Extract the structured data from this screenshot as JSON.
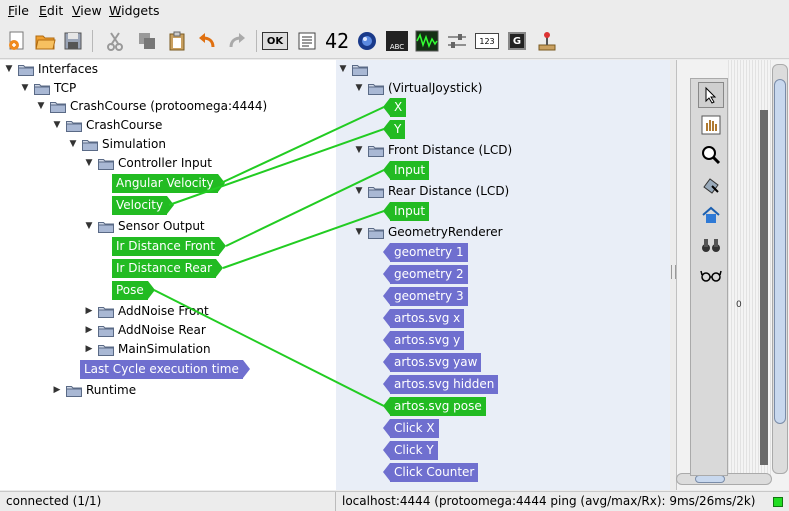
{
  "menubar": {
    "items": [
      {
        "id": "file",
        "label": "File"
      },
      {
        "id": "edit",
        "label": "Edit"
      },
      {
        "id": "view",
        "label": "View"
      },
      {
        "id": "widgets",
        "label": "Widgets"
      }
    ]
  },
  "toolbar": {
    "ok_label": "OK",
    "number_label": "42",
    "lcd_label": "123",
    "abc_label": "ABC",
    "g_label": "G"
  },
  "left_tree": {
    "interfaces": "Interfaces",
    "tcp": "TCP",
    "crashcourse_host": "CrashCourse (protoomega:4444)",
    "crashcourse": "CrashCourse",
    "simulation": "Simulation",
    "controller_input": "Controller Input",
    "angular_velocity": "Angular Velocity",
    "velocity": "Velocity",
    "sensor_output": "Sensor Output",
    "ir_front": "Ir Distance Front",
    "ir_rear": "Ir Distance Rear",
    "pose": "Pose",
    "addnoise_front": "AddNoise Front",
    "addnoise_rear": "AddNoise Rear",
    "main_simulation": "MainSimulation",
    "last_cycle": "Last Cycle execution time",
    "runtime": "Runtime"
  },
  "mid_tree": {
    "root": "",
    "virtual_joystick": "(VirtualJoystick)",
    "x": "X",
    "y": "Y",
    "front_distance": "Front Distance (LCD)",
    "front_input": "Input",
    "rear_distance": "Rear Distance (LCD)",
    "rear_input": "Input",
    "geometry_renderer": "GeometryRenderer",
    "geometry_ports": [
      "geometry 1",
      "geometry 2",
      "geometry 3",
      "artos.svg x",
      "artos.svg y",
      "artos.svg yaw",
      "artos.svg hidden"
    ],
    "pose_port": "artos.svg pose",
    "click_ports": [
      "Click X",
      "Click Y",
      "Click Counter"
    ]
  },
  "right_pane": {
    "slider_tick": "0"
  },
  "statusbar": {
    "left": "connected (1/1)",
    "right": "localhost:4444 (protoomega:4444 ping (avg/max/Rx): 9ms/26ms/2k)"
  },
  "colors": {
    "port_green": "#22bb22",
    "port_purple": "#6f6fcf",
    "connection": "#22cc22",
    "status_indicator": "#22dd22"
  }
}
